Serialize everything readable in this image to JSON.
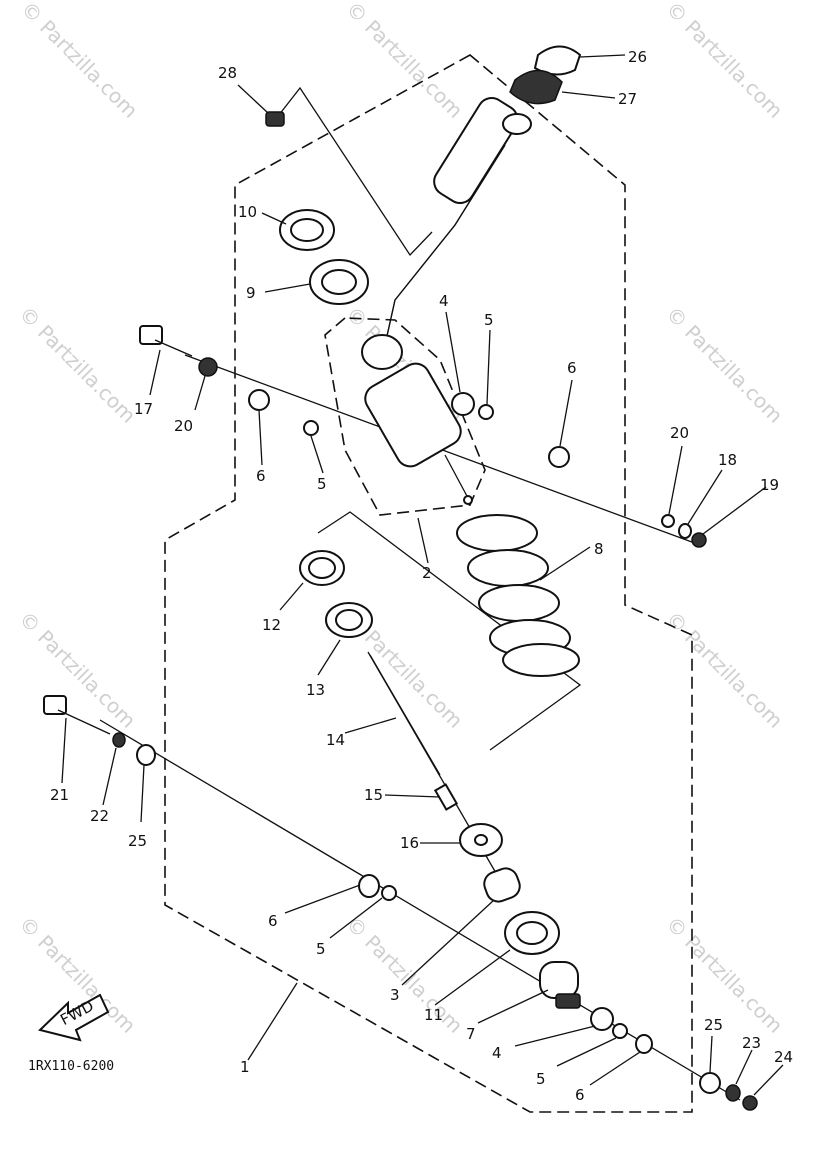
{
  "watermark": "© Partzilla.com",
  "diagram_code": "1RX110-6200",
  "fwd_label": "FWD",
  "callouts": {
    "n1": "1",
    "n2": "2",
    "n3": "3",
    "n4a": "4",
    "n4b": "4",
    "n5a": "5",
    "n5b": "5",
    "n5c": "5",
    "n5d": "5",
    "n6a": "6",
    "n6b": "6",
    "n6c": "6",
    "n6d": "6",
    "n7": "7",
    "n8": "8",
    "n9": "9",
    "n10": "10",
    "n11": "11",
    "n12": "12",
    "n13": "13",
    "n14": "14",
    "n15": "15",
    "n16": "16",
    "n17": "17",
    "n18": "18",
    "n19": "19",
    "n20a": "20",
    "n20b": "20",
    "n21": "21",
    "n22": "22",
    "n23": "23",
    "n24": "24",
    "n25a": "25",
    "n25b": "25",
    "n26": "26",
    "n27": "27",
    "n28": "28"
  }
}
